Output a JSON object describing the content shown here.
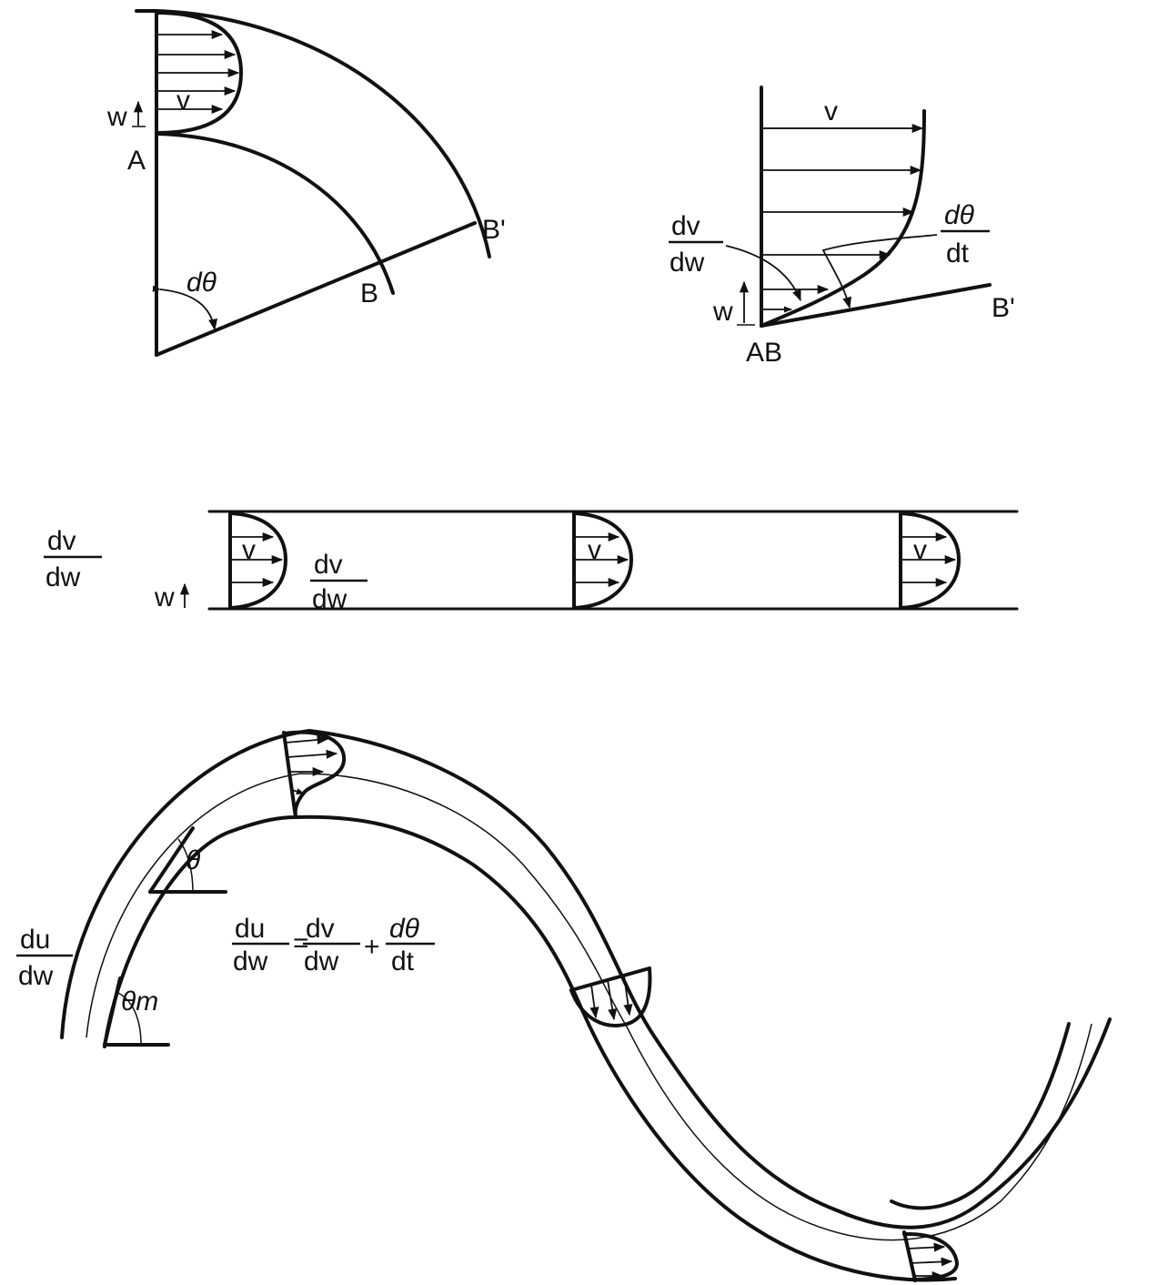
{
  "panel_bend": {
    "label_w": "w",
    "label_v": "v",
    "label_A": "A",
    "label_B": "B",
    "label_Bprime": "B'",
    "label_dtheta": "dθ"
  },
  "panel_profile": {
    "label_v": "v",
    "label_w": "w",
    "label_AB": "AB",
    "label_Bprime": "B'",
    "frac_dvdw": {
      "num": "dv",
      "den": "dw"
    },
    "frac_dthetadt": {
      "num": "dθ",
      "den": "dt"
    }
  },
  "panel_straight": {
    "frac_left": {
      "num": "dv",
      "den": "dw"
    },
    "frac_inside": {
      "num": "dv",
      "den": "dw"
    },
    "label_w": "w",
    "profile_labels": [
      "v",
      "v",
      "v"
    ]
  },
  "panel_meander": {
    "frac_left": {
      "num": "du",
      "den": "dw"
    },
    "label_theta": "θ",
    "label_theta_m": "θm",
    "equation": {
      "lhs": {
        "num": "du",
        "den": "dw"
      },
      "eq": "=",
      "term1": {
        "num": "dv",
        "den": "dw"
      },
      "plus": "+",
      "term2": {
        "num": "dθ",
        "den": "dt"
      }
    }
  }
}
